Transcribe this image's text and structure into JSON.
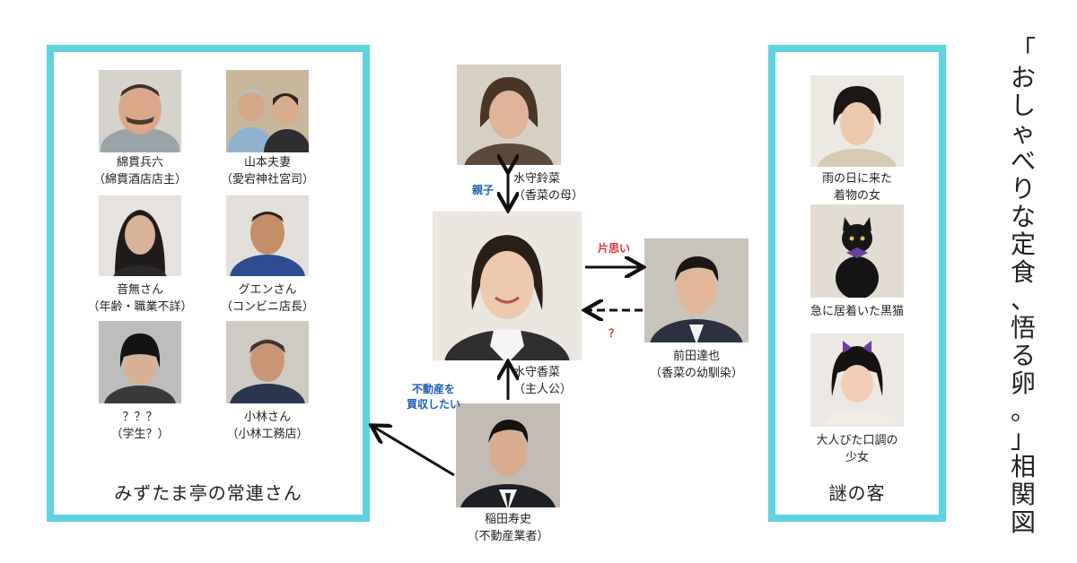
{
  "title_vertical": [
    "「",
    "お",
    "し",
    "ゃ",
    "べ",
    "り",
    "な",
    "定",
    "食",
    "、",
    "悟",
    "る",
    "卵",
    "。",
    "」",
    "相",
    "関",
    "図"
  ],
  "left_panel": {
    "title": "みずたま亭の常連さん",
    "people": [
      {
        "line1": "綿貫兵六",
        "line2": "（綿貫酒店店主）"
      },
      {
        "line1": "山本夫妻",
        "line2": "（愛宕神社宮司）"
      },
      {
        "line1": "音無さん",
        "line2": "（年齢・職業不詳）"
      },
      {
        "line1": "グエンさん",
        "line2": "（コンビニ店長）"
      },
      {
        "line1": "？？？",
        "line2": "（学生？）"
      },
      {
        "line1": "小林さん",
        "line2": "（小林工務店）"
      }
    ]
  },
  "center": {
    "mother": {
      "line1": "水守鈴菜",
      "line2": "（香菜の母）"
    },
    "hero": {
      "line1": "水守香菜",
      "line2": "（主人公）"
    },
    "friend": {
      "line1": "前田達也",
      "line2": "（香菜の幼馴染）"
    },
    "dealer": {
      "line1": "稲田寿史",
      "line2": "（不動産業者）"
    }
  },
  "relations": {
    "oyako": "親子",
    "kataomoi": "片思い",
    "question": "？",
    "fudosan_1": "不動産を",
    "fudosan_2": "買収したい"
  },
  "right_panel": {
    "title": "謎の客",
    "people": [
      {
        "line1": "雨の日に来た",
        "line2": "着物の女"
      },
      {
        "line1": "急に居着いた黒猫",
        "line2": ""
      },
      {
        "line1": "大人びた口調の",
        "line2": "少女"
      }
    ]
  },
  "colors": {
    "panel_border": "#5fd4de",
    "relation_blue": "#1f5fb5",
    "relation_red": "#e0313c"
  }
}
